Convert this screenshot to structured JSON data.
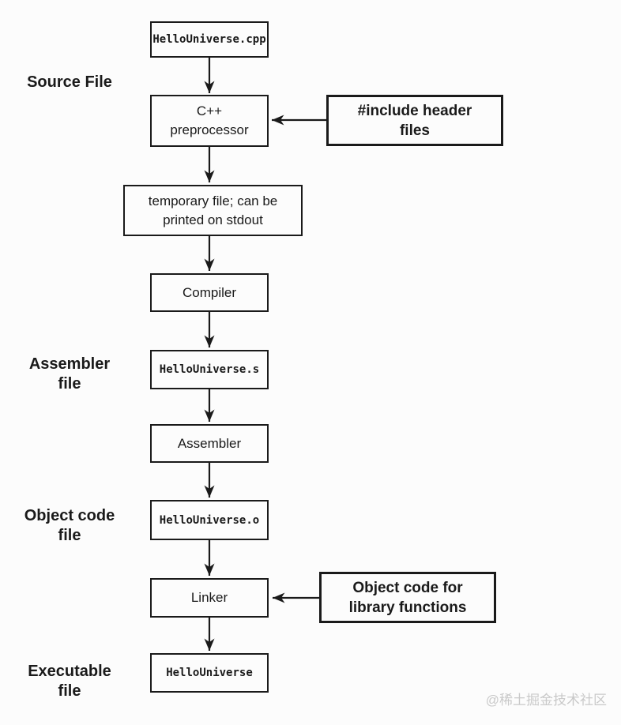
{
  "flowchart": {
    "nodes": [
      {
        "id": "source-file",
        "label": "HelloUniverse.cpp"
      },
      {
        "id": "preprocessor",
        "label": "C++\npreprocessor"
      },
      {
        "id": "temp-file",
        "label": "temporary file; can be\nprinted on stdout"
      },
      {
        "id": "compiler",
        "label": "Compiler"
      },
      {
        "id": "assembly-file",
        "label": "HelloUniverse.s"
      },
      {
        "id": "assembler",
        "label": "Assembler"
      },
      {
        "id": "object-file",
        "label": "HelloUniverse.o"
      },
      {
        "id": "linker",
        "label": "Linker"
      },
      {
        "id": "executable",
        "label": "HelloUniverse"
      }
    ],
    "callouts": [
      {
        "id": "include-headers",
        "label": "#include header\nfiles"
      },
      {
        "id": "library-objects",
        "label": "Object code for\nlibrary functions"
      }
    ],
    "side_labels": [
      {
        "id": "source",
        "label": "Source File"
      },
      {
        "id": "assembler",
        "label": "Assembler\nfile"
      },
      {
        "id": "object-code",
        "label": "Object code\nfile"
      },
      {
        "id": "executable",
        "label": "Executable\nfile"
      }
    ]
  },
  "watermark": "@稀土掘金技术社区",
  "colors": {
    "line": "#1a1a1a",
    "background": "#fcfcfc",
    "watermark": "#c9c9c9"
  }
}
